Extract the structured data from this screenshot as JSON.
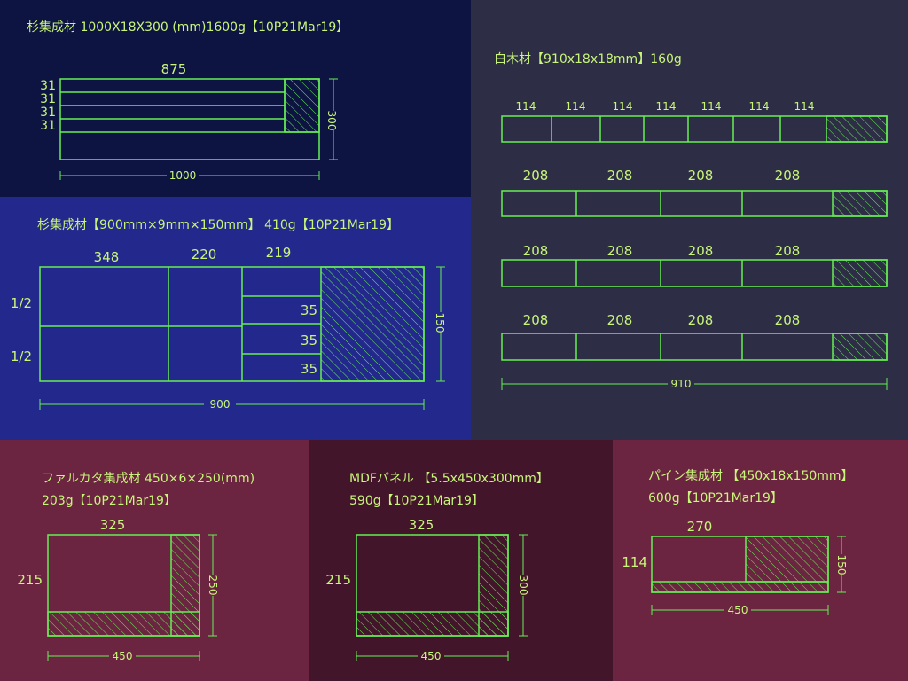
{
  "colors": {
    "line": "#66ee55",
    "label": "#c8f57a",
    "p1_bg": "#0e1442",
    "p2_bg": "#23288c",
    "p3_bg": "#2d2e45",
    "p4_bg": "#6b2540",
    "p5_bg": "#43152a",
    "p6_bg": "#6b2540"
  },
  "p1": {
    "title": "杉集成材 1000X18X300 (mm)1600g【10P21Mar19】",
    "width_label": "875",
    "row_labels": [
      "31",
      "31",
      "31",
      "31"
    ],
    "height_dim": "300",
    "total_dim": "1000"
  },
  "p2": {
    "title": "杉集成材【900mm×9mm×150mm】 410g【10P21Mar19】",
    "col_labels": [
      "348",
      "220",
      "219"
    ],
    "half_labels": [
      "1/2",
      "1/2"
    ],
    "strip_labels": [
      "35",
      "35",
      "35"
    ],
    "height_dim": "150",
    "total_dim": "900"
  },
  "p3": {
    "title": "白木材【910x18x18mm】160g",
    "top_labels": [
      "114",
      "114",
      "114",
      "114",
      "114",
      "114",
      "114"
    ],
    "bar_labels": [
      "208",
      "208",
      "208",
      "208"
    ],
    "total_dim": "910"
  },
  "p4": {
    "title": "ファルカタ集成材 450×6×250(mm)",
    "title2": "203g【10P21Mar19】",
    "width_label": "325",
    "height_label": "215",
    "height_dim": "250",
    "total_dim": "450"
  },
  "p5": {
    "title": "MDFパネル 【5.5x450x300mm】",
    "title2": "590g【10P21Mar19】",
    "width_label": "325",
    "height_label": "215",
    "height_dim": "300",
    "total_dim": "450"
  },
  "p6": {
    "title": "パイン集成材 【450x18x150mm】",
    "title2": "600g【10P21Mar19】",
    "width_label": "270",
    "height_label": "114",
    "height_dim": "150",
    "total_dim": "450"
  }
}
